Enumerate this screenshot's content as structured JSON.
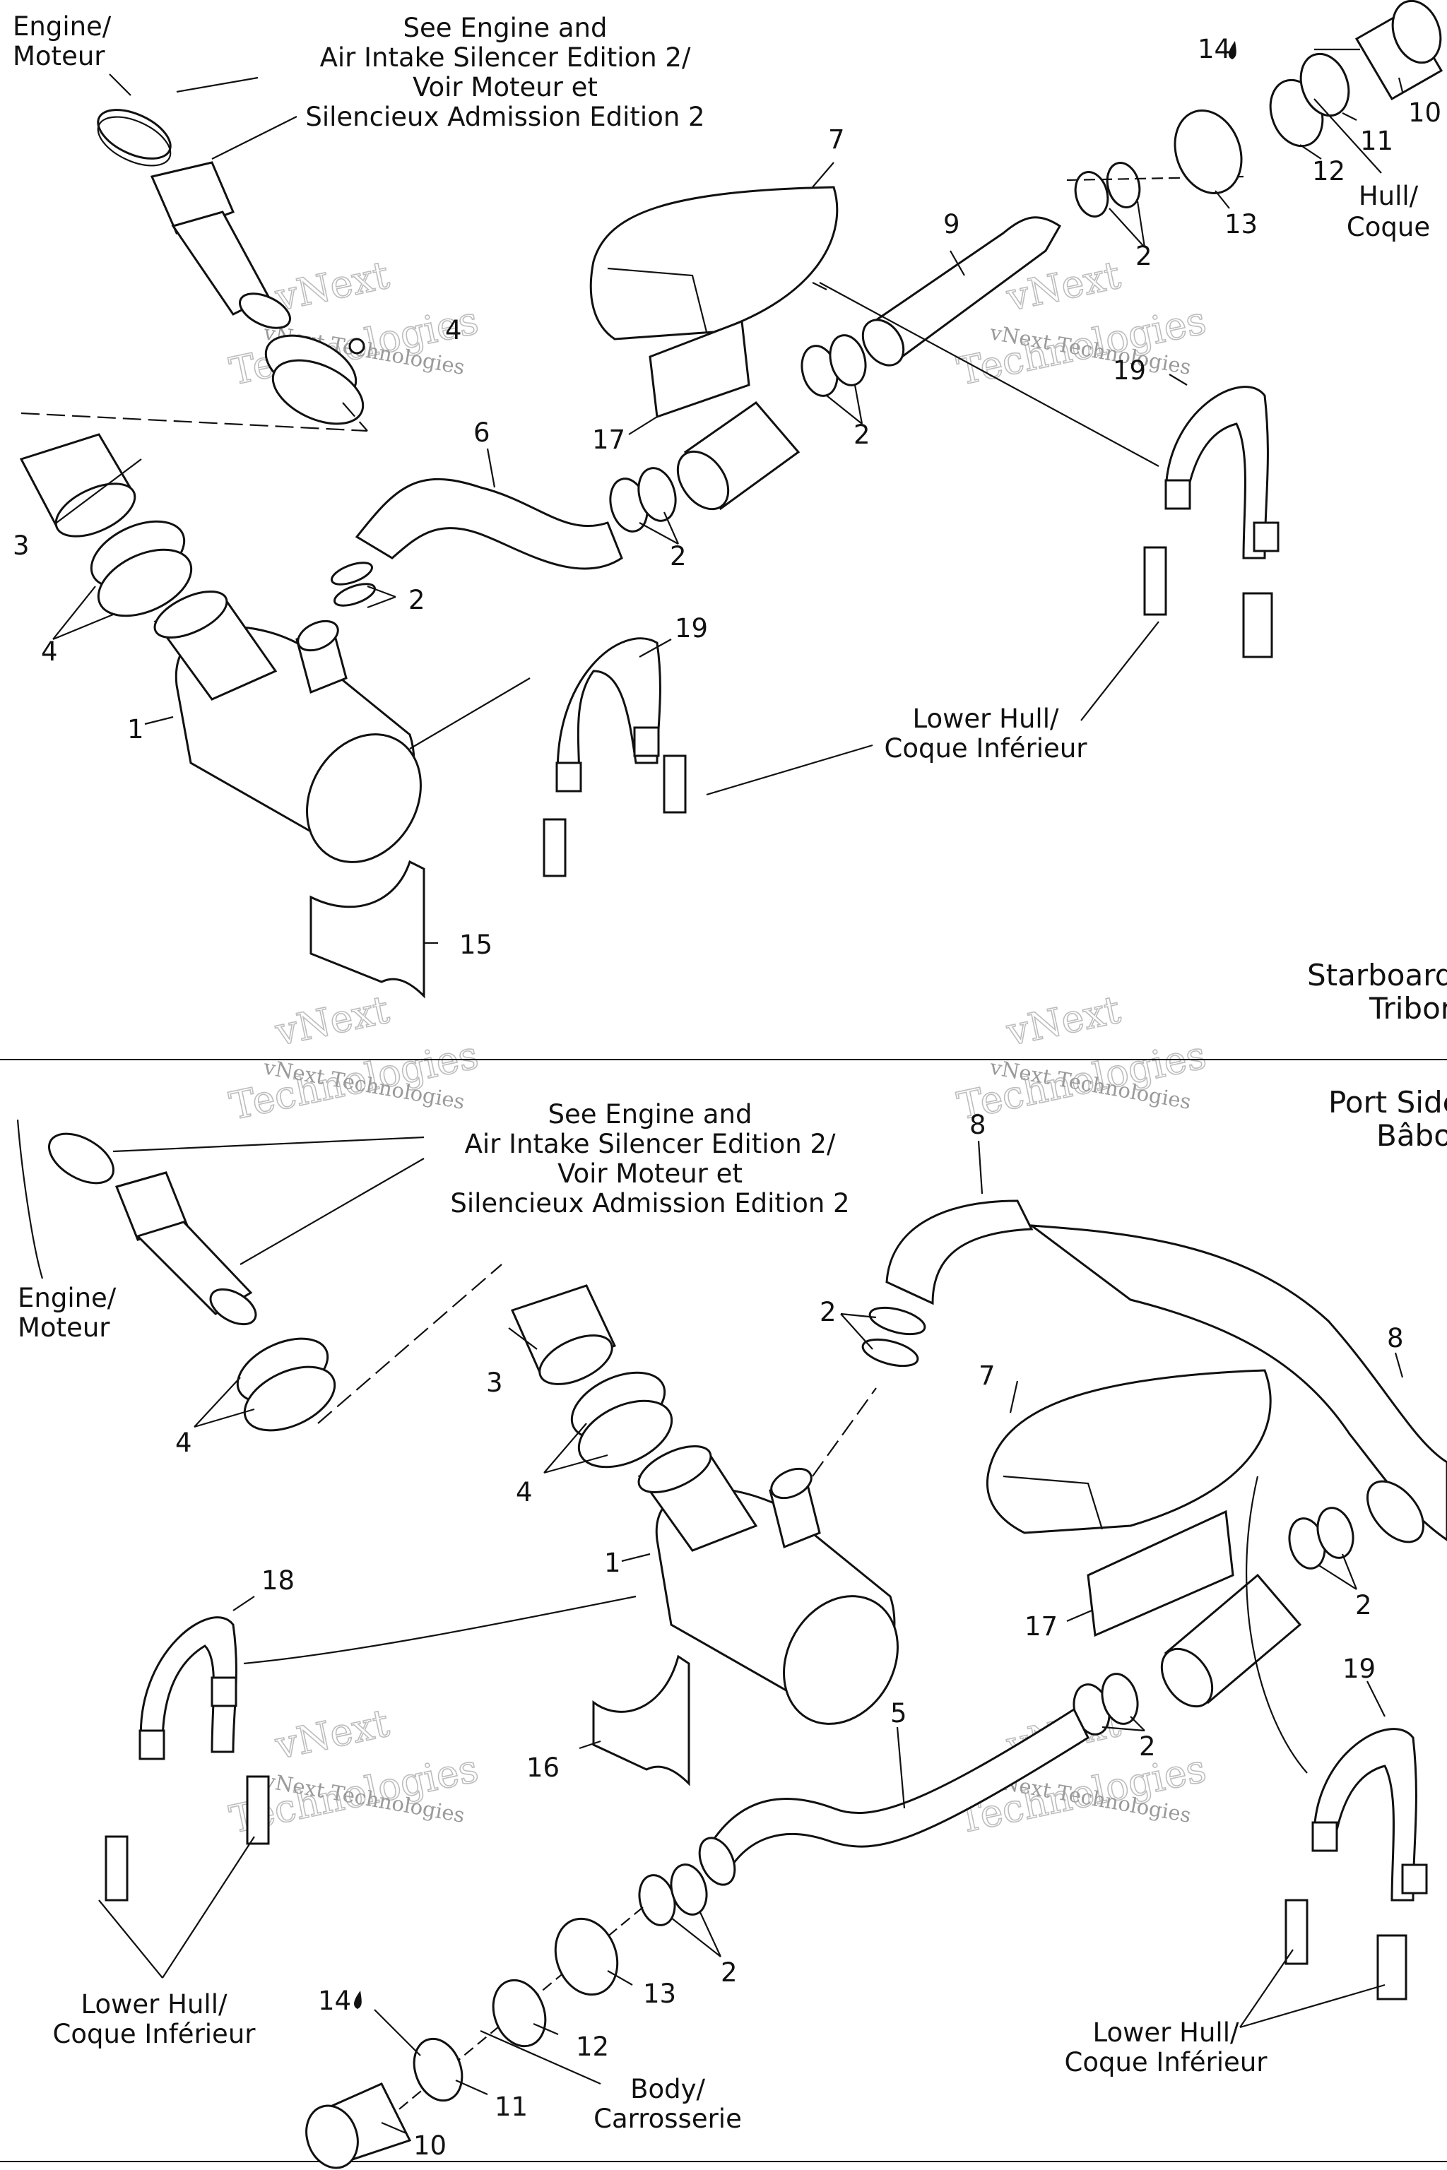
{
  "top_section": {
    "see_engine_lines": [
      "See Engine and",
      "Air Intake Silencer Edition 2/",
      "Voir Moteur et",
      "Silencieux Admission Edition 2"
    ],
    "engine_lines": [
      "Engine/",
      "Moteur"
    ],
    "hull_lines": [
      "Hull/",
      "Coque"
    ],
    "lower_hull_lines": [
      "Lower Hull/",
      "Coque Inférieur"
    ],
    "side_lines": [
      "Starboard",
      "Tribord"
    ]
  },
  "bottom_section": {
    "see_engine_lines": [
      "See Engine and",
      "Air Intake Silencer Edition 2/",
      "Voir Moteur et",
      "Silencieux Admission Edition 2"
    ],
    "engine_lines": [
      "Engine/",
      "Moteur"
    ],
    "side_lines": [
      "Port Side",
      "Bâbord"
    ],
    "lower_hull_left_lines": [
      "Lower Hull/",
      "Coque Inférieur"
    ],
    "lower_hull_right_lines": [
      "Lower Hull/",
      "Coque Inférieur"
    ],
    "body_lines": [
      "Body/",
      "Carrosserie"
    ]
  },
  "part_numbers": {
    "n1": "1",
    "n2": "2",
    "n3": "3",
    "n4": "4",
    "n5": "5",
    "n6": "6",
    "n7": "7",
    "n8": "8",
    "n9": "9",
    "n10": "10",
    "n11": "11",
    "n12": "12",
    "n13": "13",
    "n14": "14",
    "n15": "15",
    "n16": "16",
    "n17": "17",
    "n18": "18",
    "n19": "19"
  },
  "watermark": {
    "line1": "vNext",
    "line2": "Technologies",
    "small": "vNext Technologies"
  }
}
